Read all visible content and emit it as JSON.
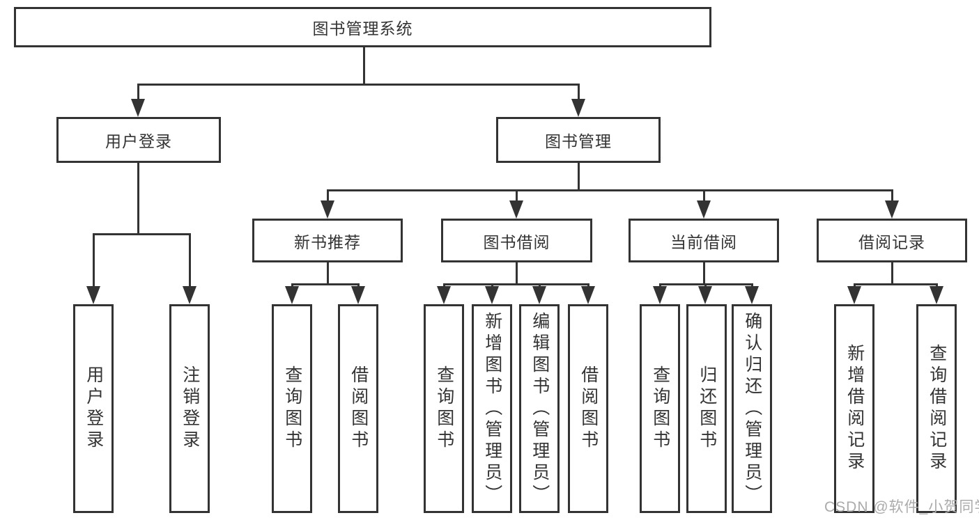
{
  "diagram_title": "图书管理系统",
  "watermark": "CSDN @软件_小贺同学",
  "colors": {
    "line": "#333333",
    "text": "#333333",
    "background": "#ffffff",
    "watermark": "#ababab"
  },
  "nodes": {
    "root": {
      "label": "图书管理系统"
    },
    "user_login": {
      "label": "用户登录"
    },
    "book_mgmt": {
      "label": "图书管理"
    },
    "new_books": {
      "label": "新书推荐"
    },
    "book_borrow": {
      "label": "图书借阅"
    },
    "current_borrow": {
      "label": "当前借阅"
    },
    "borrow_records": {
      "label": "借阅记录"
    },
    "leaves": {
      "user_login": {
        "label": "用户登录"
      },
      "logout": {
        "label": "注销登录"
      },
      "nb_query_books": {
        "label": "查询图书"
      },
      "nb_borrow_books": {
        "label": "借阅图书"
      },
      "bb_query_books": {
        "label": "查询图书"
      },
      "bb_add_books": {
        "label": "新增图书（管理员）"
      },
      "bb_edit_books": {
        "label": "编辑图书（管理员）"
      },
      "bb_borrow_books": {
        "label": "借阅图书"
      },
      "cb_query_books": {
        "label": "查询图书"
      },
      "cb_return_books": {
        "label": "归还图书"
      },
      "cb_confirm_return": {
        "label": "确认归还（管理员）"
      },
      "br_add_record": {
        "label": "新增借阅记录"
      },
      "br_query_record": {
        "label": "查询借阅记录"
      }
    }
  }
}
